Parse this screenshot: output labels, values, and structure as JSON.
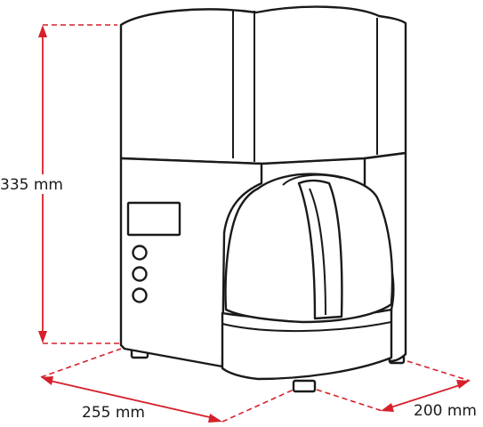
{
  "colors": {
    "dimension": "#d6202b",
    "outline": "#1a1a1a",
    "background": "#ffffff"
  },
  "dimensions": {
    "height": "335 mm",
    "width": "255 mm",
    "depth": "200 mm"
  }
}
